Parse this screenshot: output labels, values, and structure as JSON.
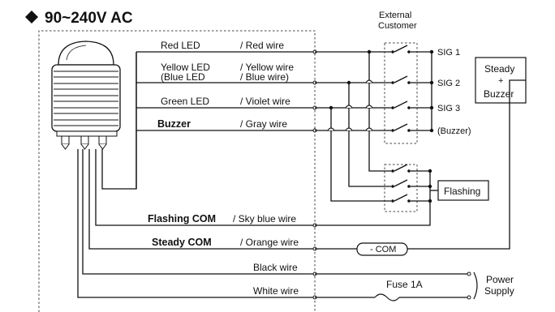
{
  "title": "90~240V AC",
  "relay": {
    "line1": "External",
    "line2": "Customer"
  },
  "wires": [
    {
      "led": "Red LED",
      "wire": "/ Red wire"
    },
    {
      "led": "Yellow LED",
      "led2": "(Blue LED",
      "wire": "/ Yellow wire",
      "wire2": "/ Blue wire)"
    },
    {
      "led": "Green LED",
      "wire": "/ Violet wire"
    },
    {
      "led": "Buzzer",
      "wire": "/ Gray wire"
    },
    {
      "led": "Flashing COM",
      "wire": "/ Sky blue wire"
    },
    {
      "led": "Steady COM",
      "wire": "/ Orange wire"
    }
  ],
  "black_wire": "Black wire",
  "white_wire": "White wire",
  "signals": [
    "SIG 1",
    "SIG 2",
    "SIG 3",
    "(Buzzer)"
  ],
  "steady_box": {
    "line1": "Steady",
    "line2": "+",
    "line3": "Buzzer"
  },
  "flashing_box": "Flashing",
  "com_label": "- COM",
  "fuse_label": "Fuse 1A",
  "power_supply": {
    "line1": "Power",
    "line2": "Supply"
  },
  "colors": {
    "line": "#111111",
    "dash": "#444444",
    "background": "#ffffff"
  },
  "icons": {
    "title_marker": "diamond-icon",
    "lamp": "signal-tower-lamp-icon",
    "switch": "relay-switch-icon",
    "fuse": "fuse-icon"
  }
}
